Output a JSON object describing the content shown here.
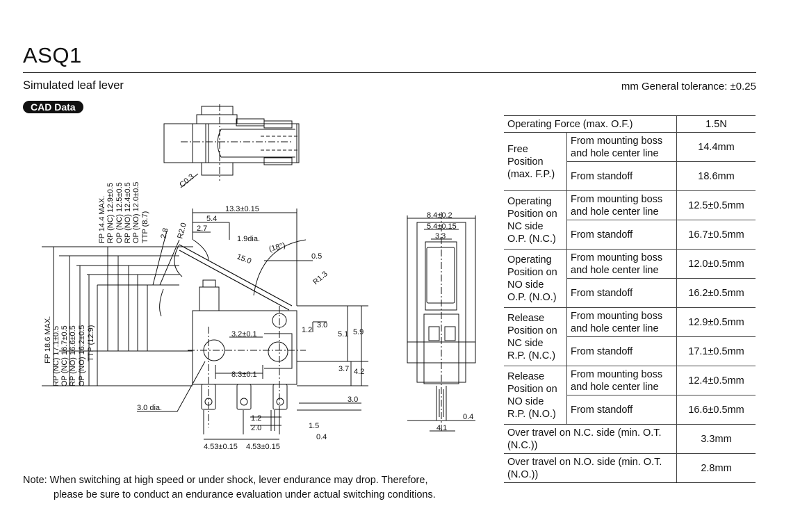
{
  "header": {
    "title": "ASQ1",
    "subtitle": "Simulated leaf lever",
    "tolerance": "mm General tolerance: ±0.25",
    "cad_label": "CAD Data"
  },
  "drawing": {
    "c03": "C0.3",
    "dims": {
      "d13_3": "13.3±0.15",
      "d5_4": "5.4",
      "d2_7": "2.7",
      "d1_9": "1.9dia.",
      "d18": "(18°)",
      "d0_5": "0.5",
      "d15": "15.0",
      "dr2": "R2.0",
      "d2_8": "2.8",
      "dr13": "R1.3",
      "d1_2": "1.2",
      "d3_0": "3.0",
      "d5_1": "5.1",
      "d5_9": "5.9",
      "d3_2": "3.2±0.1",
      "d8_3": "8.3±0.1",
      "d3_7": "3.7",
      "d4_2": "4.2",
      "d3_0b": "3.0",
      "d3dia": "3.0",
      "d3dia_suffix": " dia.",
      "d1_2b": "1.2",
      "d2_0": "2.0",
      "d1_5": "1.5",
      "d0_4": "0.4",
      "d4_53a": "4.53±0.15",
      "d4_53b": "4.53±0.15",
      "d8_4": "8.4±0.2",
      "d5_4b": "5.4±0.15",
      "d3_3": "3.3",
      "d0_4b": "0.4",
      "d4_1": "4.1"
    },
    "upper_labels": [
      "FP 14.4 MAX.",
      "RP (NC) 12.9±0.5",
      "OP (NC) 12.5±0.5",
      "RP (NO) 12.4±0.5",
      "OP (NO) 12.0±0.5",
      "TTP (8.7)"
    ],
    "lower_labels": [
      "FP 18.6 MAX.",
      "RP (NC) 17.1±0.5",
      "OP (NC) 16.7±0.5",
      "RP (NO) 16.6±0.5",
      "OP (NO) 16.2±0.5",
      "TTP (12.9)"
    ]
  },
  "table": {
    "r0": {
      "label": "Operating Force (max. O.F.)",
      "value": "1.5N"
    },
    "r1": {
      "label": "Free Position (max. F.P.)",
      "sub1": "From mounting boss and hole center line",
      "val1": "14.4mm",
      "sub2": "From standoff",
      "val2": "18.6mm"
    },
    "r2": {
      "label": "Operating Position on NC side O.P. (N.C.)",
      "sub1": "From mounting boss and hole center line",
      "val1": "12.5±0.5mm",
      "sub2": "From standoff",
      "val2": "16.7±0.5mm"
    },
    "r3": {
      "label": "Operating Position on NO side O.P. (N.O.)",
      "sub1": "From mounting boss and hole center line",
      "val1": "12.0±0.5mm",
      "sub2": "From standoff",
      "val2": "16.2±0.5mm"
    },
    "r4": {
      "label": "Release Position on NC side R.P. (N.C.)",
      "sub1": "From mounting boss and hole center line",
      "val1": "12.9±0.5mm",
      "sub2": "From standoff",
      "val2": "17.1±0.5mm"
    },
    "r5": {
      "label": "Release Position on NO side R.P. (N.O.)",
      "sub1": "From mounting boss and hole center line",
      "val1": "12.4±0.5mm",
      "sub2": "From standoff",
      "val2": "16.6±0.5mm"
    },
    "r6": {
      "label": "Over travel on N.C. side (min. O.T. (N.C.))",
      "value": "3.3mm"
    },
    "r7": {
      "label": "Over travel on N.O. side (min. O.T. (N.O.))",
      "value": "2.8mm"
    }
  },
  "note": {
    "line1": "Note: When switching at high speed or under shock, lever endurance may drop. Therefore,",
    "line2": "please be sure to conduct an endurance evaluation under actual switching conditions."
  }
}
